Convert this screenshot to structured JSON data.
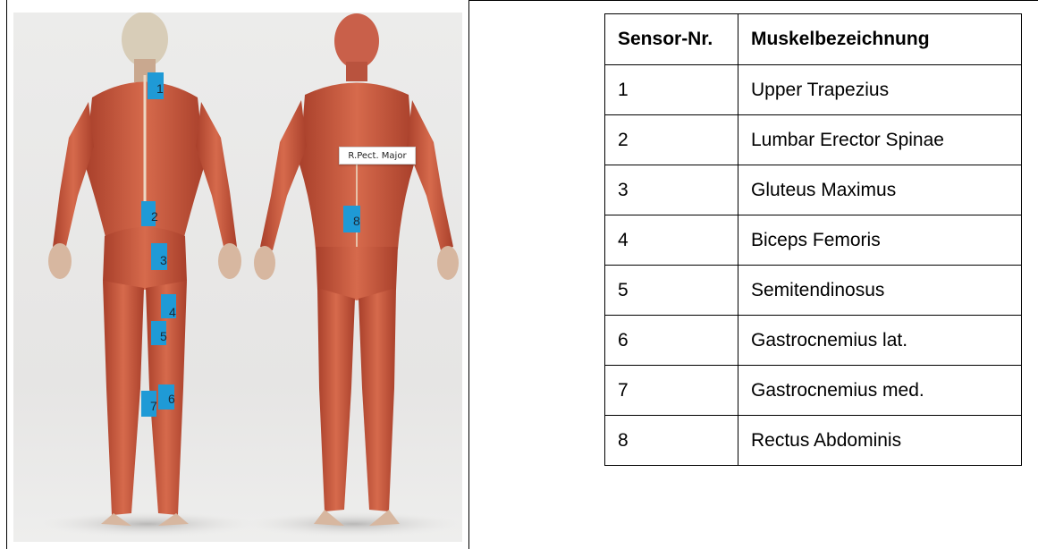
{
  "figure": {
    "pect_label": "R.Pect. Major",
    "sensors": [
      {
        "id": "sensor-1",
        "label": "1"
      },
      {
        "id": "sensor-2",
        "label": "2"
      },
      {
        "id": "sensor-3",
        "label": "3"
      },
      {
        "id": "sensor-4",
        "label": "4"
      },
      {
        "id": "sensor-5",
        "label": "5"
      },
      {
        "id": "sensor-6",
        "label": "6"
      },
      {
        "id": "sensor-7",
        "label": "7"
      },
      {
        "id": "sensor-8",
        "label": "8"
      }
    ],
    "colors": {
      "sensor": "#1f9ad6",
      "muscle": "#c8553a",
      "background": "#e8e7e6"
    }
  },
  "table": {
    "headers": {
      "nr": "Sensor-Nr.",
      "muscle": "Muskelbezeichnung"
    },
    "rows": [
      {
        "nr": "1",
        "muscle": "Upper Trapezius"
      },
      {
        "nr": "2",
        "muscle": "Lumbar Erector Spinae"
      },
      {
        "nr": "3",
        "muscle": "Gluteus Maximus"
      },
      {
        "nr": "4",
        "muscle": "Biceps Femoris"
      },
      {
        "nr": "5",
        "muscle": "Semitendinosus"
      },
      {
        "nr": "6",
        "muscle": "Gastrocnemius lat."
      },
      {
        "nr": "7",
        "muscle": "Gastrocnemius med."
      },
      {
        "nr": "8",
        "muscle": "Rectus Abdominis"
      }
    ]
  }
}
